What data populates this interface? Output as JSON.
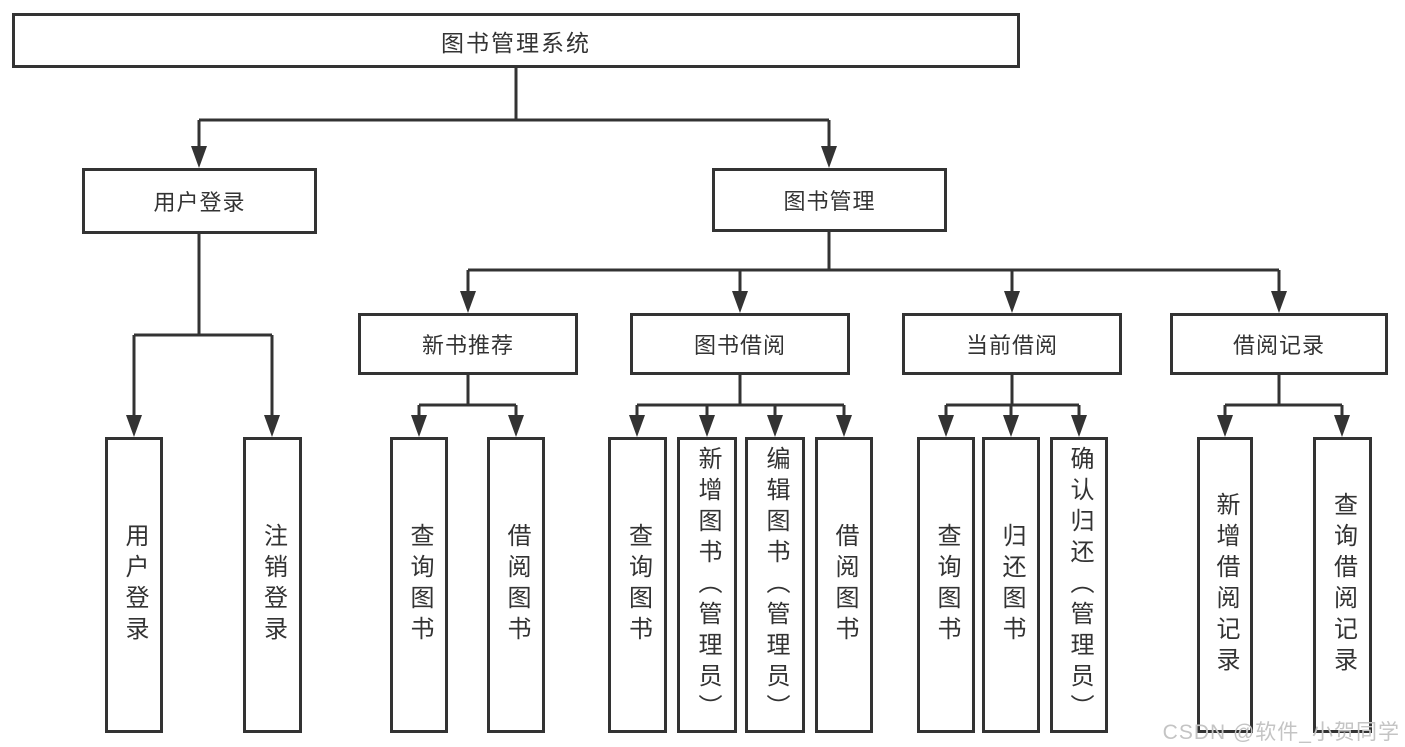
{
  "diagram_type": "tree",
  "tree": {
    "root": {
      "label": "图书管理系统",
      "children": [
        {
          "label": "用户登录",
          "children": [
            {
              "label": "用户登录"
            },
            {
              "label": "注销登录"
            }
          ]
        },
        {
          "label": "图书管理",
          "children": [
            {
              "label": "新书推荐",
              "children": [
                {
                  "label": "查询图书"
                },
                {
                  "label": "借阅图书"
                }
              ]
            },
            {
              "label": "图书借阅",
              "children": [
                {
                  "label": "查询图书"
                },
                {
                  "label": "新增图书（管理员）"
                },
                {
                  "label": "编辑图书（管理员）"
                },
                {
                  "label": "借阅图书"
                }
              ]
            },
            {
              "label": "当前借阅",
              "children": [
                {
                  "label": "查询图书"
                },
                {
                  "label": "归还图书"
                },
                {
                  "label": "确认归还（管理员）"
                }
              ]
            },
            {
              "label": "借阅记录",
              "children": [
                {
                  "label": "新增借阅记录"
                },
                {
                  "label": "查询借阅记录"
                }
              ]
            }
          ]
        }
      ]
    }
  },
  "watermark": {
    "text": "CSDN @软件_小贺同学"
  },
  "colors": {
    "line": "#333333",
    "box_border": "#333333",
    "text": "#333333",
    "background": "#ffffff",
    "watermark": "#c4c4c4"
  }
}
